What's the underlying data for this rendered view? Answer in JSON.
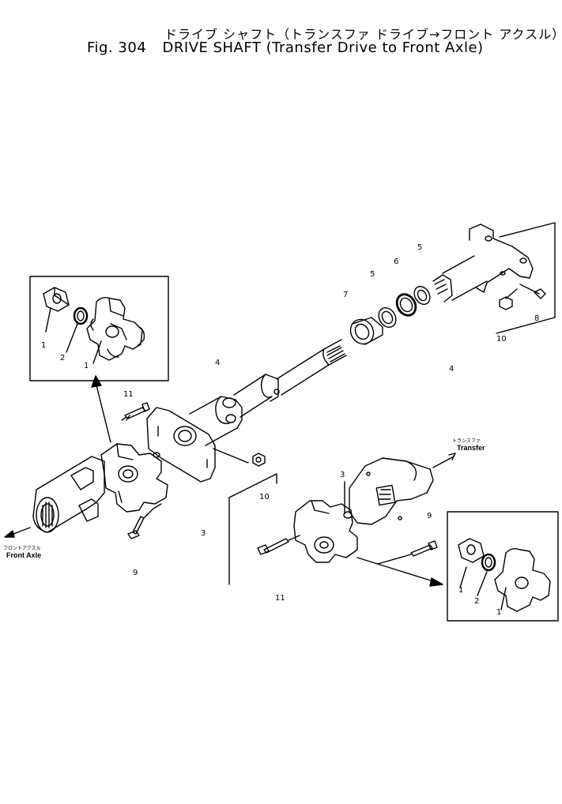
{
  "header": {
    "title_jp": "ドライブ シャフト（トランスファ ドライブ→フロント アクスル）",
    "fig_label": "Fig. 304",
    "title_en": "DRIVE SHAFT (Transfer Drive to Front Axle)"
  },
  "callouts": {
    "inset_left": [
      "1",
      "2",
      "1"
    ],
    "inset_right": [
      "1",
      "2",
      "1"
    ],
    "main": [
      "11",
      "4",
      "3",
      "9",
      "10",
      "7",
      "5",
      "6",
      "5",
      "4",
      "8",
      "10",
      "3",
      "9",
      "11"
    ]
  },
  "directions": {
    "front_axle_jp": "フロントアクスル",
    "front_axle_en": "Front Axle",
    "transfer_jp": "トランスファ",
    "transfer_en": "Transfer"
  }
}
